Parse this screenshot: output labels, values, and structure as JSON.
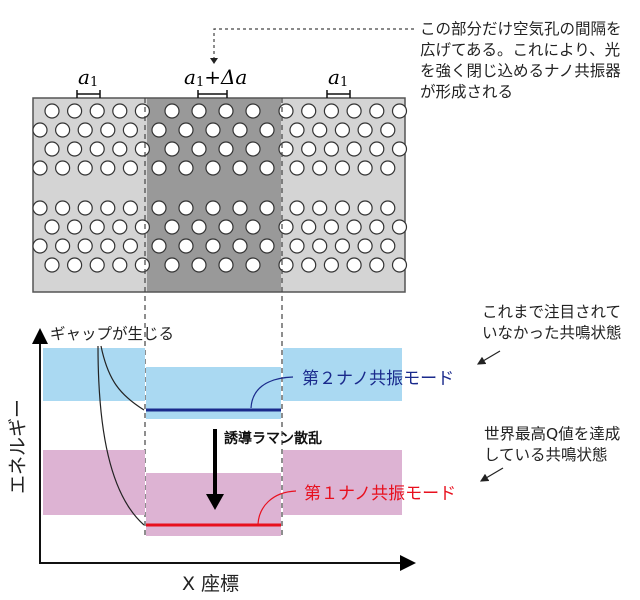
{
  "annotation_top": {
    "lines": [
      "この部分だけ空気孔の間隔を",
      "広げてある。これにより、光",
      "を強く閉じ込めるナノ共振器",
      "が形成される"
    ]
  },
  "lattice": {
    "label_left": "a",
    "label_left_sub": "1",
    "label_center": "a",
    "label_center_sub": "1",
    "label_center_suffix": "+Δa",
    "label_right": "a",
    "label_right_sub": "1"
  },
  "energy_diagram": {
    "y_axis_label": "エネルギー",
    "x_axis_label": "X 座標",
    "gap_label": "ギャップが生じる",
    "raman_label": "誘導ラマン散乱",
    "mode2_label": "第２ナノ共振モード",
    "mode1_label": "第１ナノ共振モード",
    "note_mode2": [
      "これまで注目されて",
      "いなかった共鳴状態"
    ],
    "note_mode1": [
      "世界最高Q値を達成",
      "している共鳴状態"
    ]
  },
  "colors": {
    "plate_light": "#d4d4d4",
    "plate_dark": "#999999",
    "band_blue": "#aad9f2",
    "band_pink": "#ddb3d3",
    "mode2_line": "#1a2a8c",
    "mode1_line": "#e8101e",
    "mode2_text": "#1a2a8c",
    "mode1_text": "#e8101e"
  }
}
